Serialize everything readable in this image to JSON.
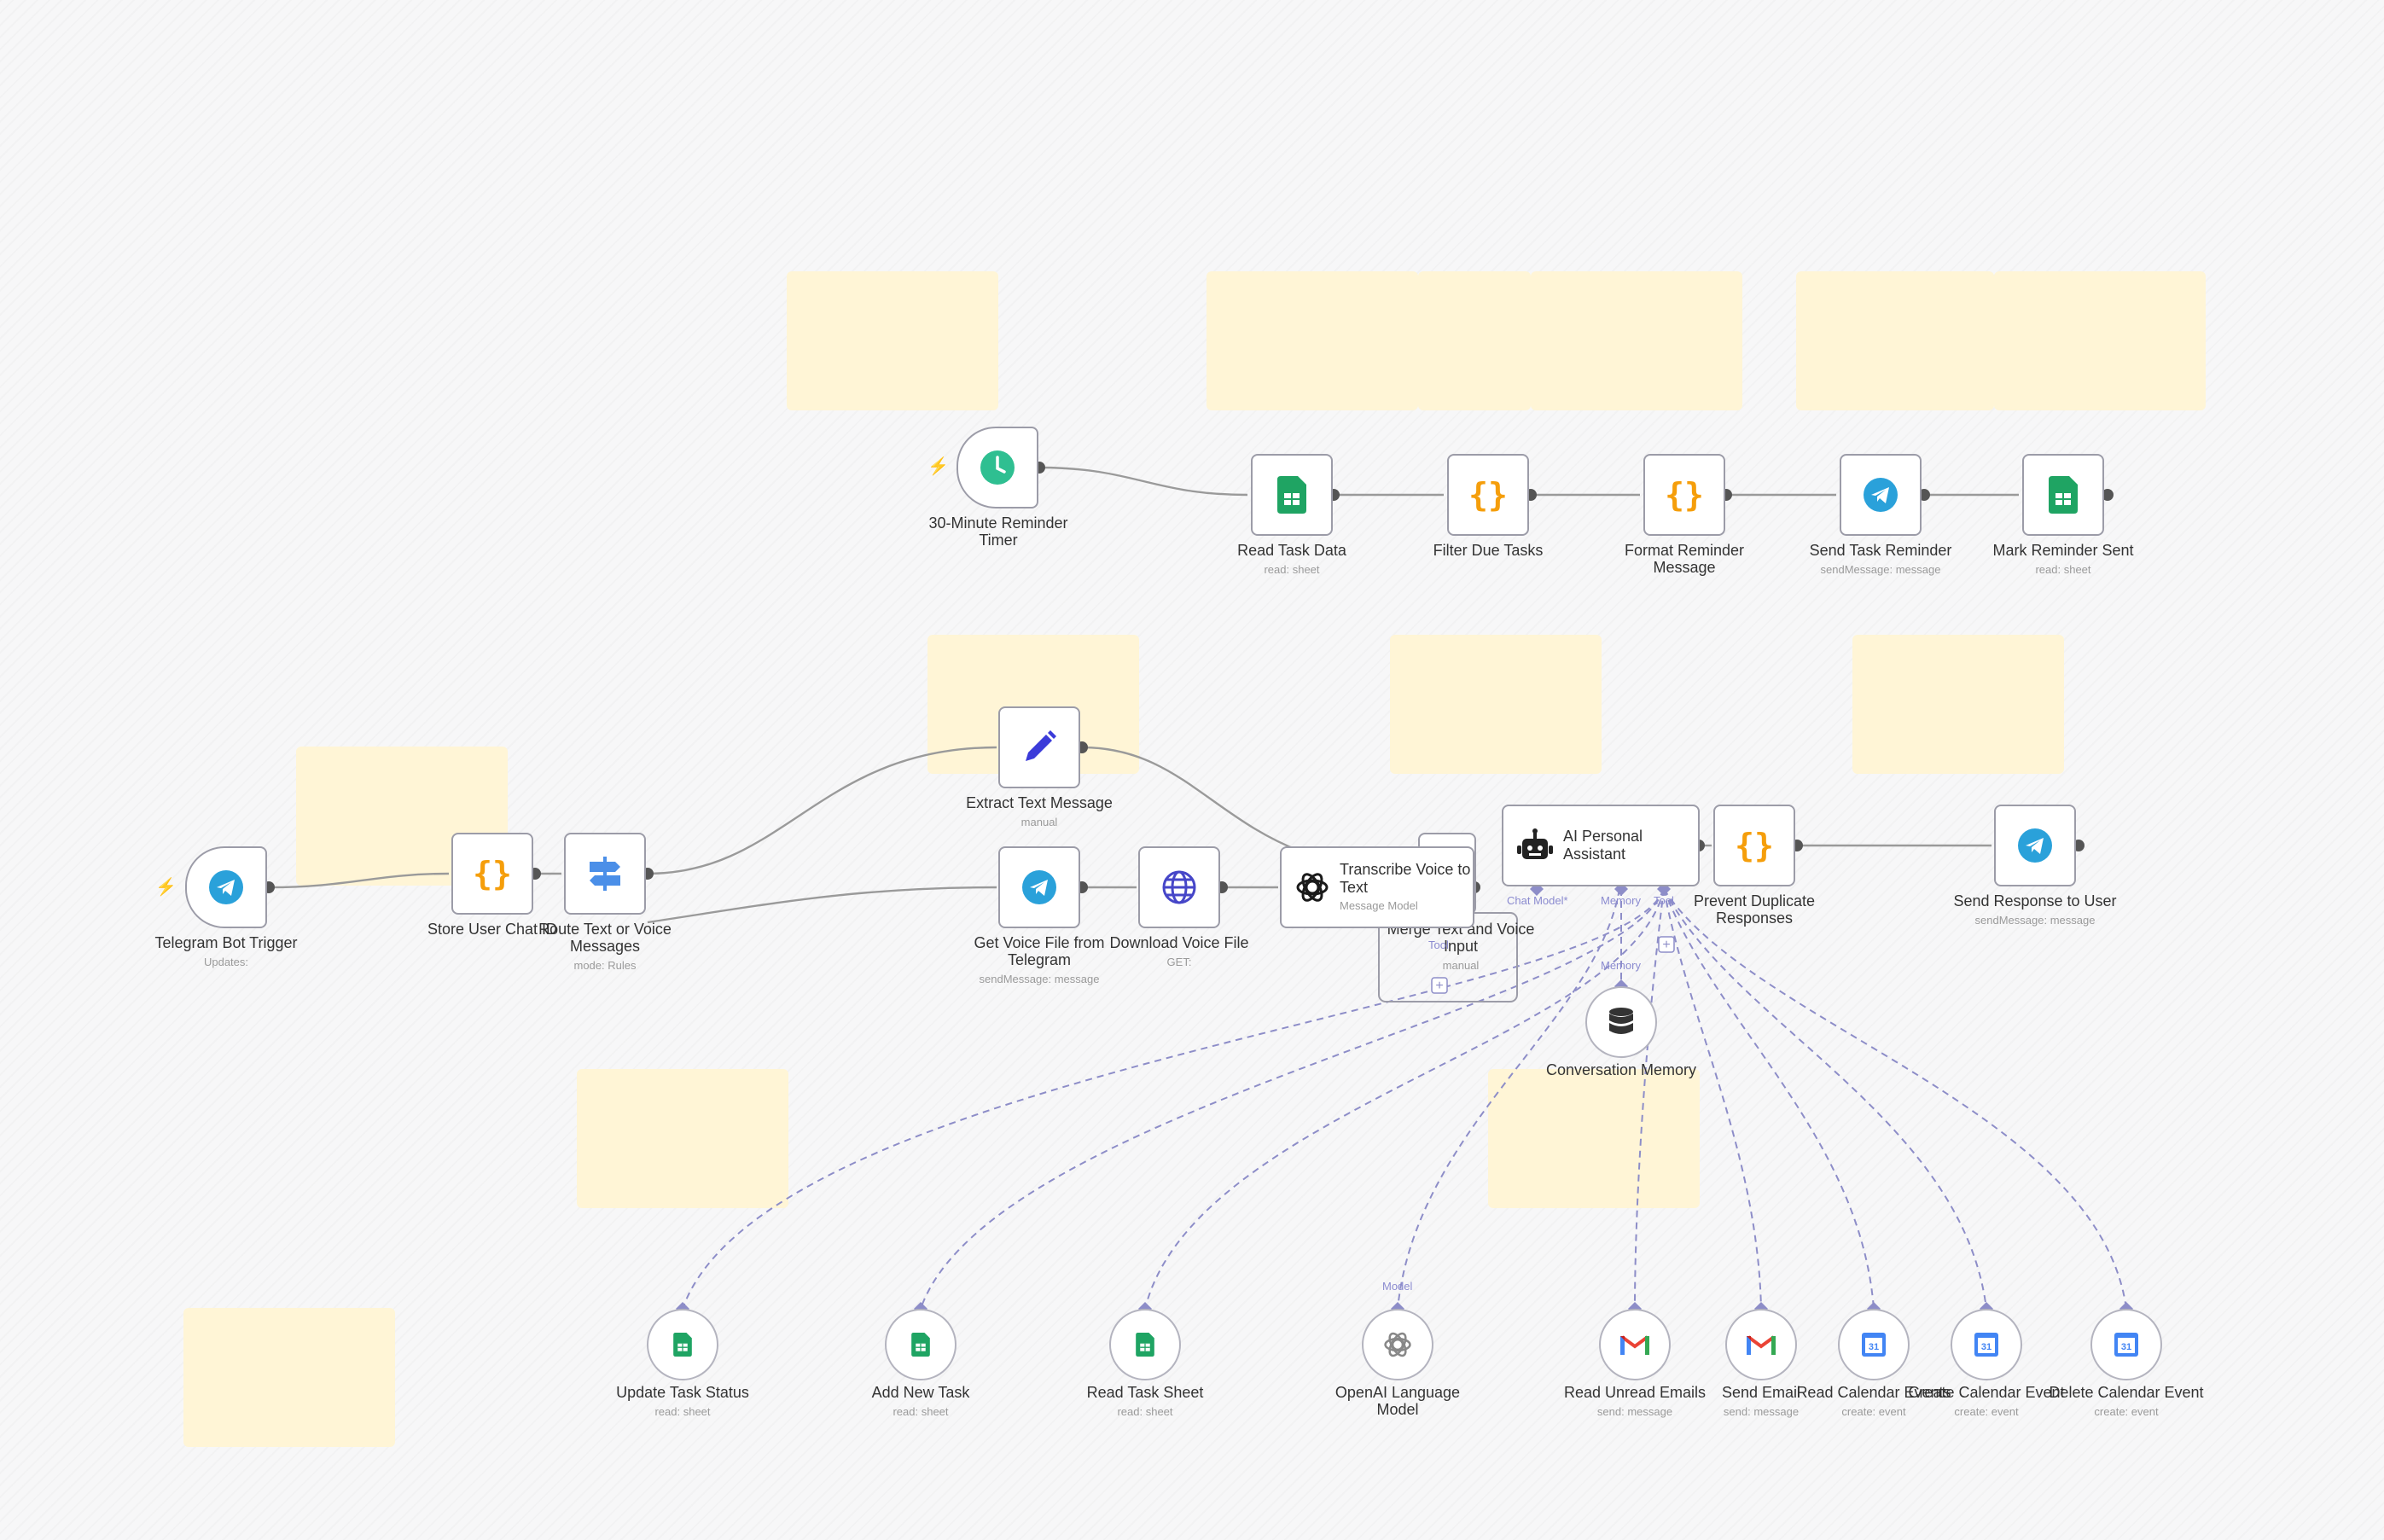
{
  "nodes": {
    "reminder_timer": {
      "label": "30-Minute Reminder Timer",
      "icon": "clock-icon"
    },
    "read_task_data": {
      "label": "Read Task Data",
      "sub": "read: sheet",
      "icon": "google-sheets-icon"
    },
    "filter_due_tasks": {
      "label": "Filter Due Tasks",
      "icon": "code-braces-icon"
    },
    "format_reminder": {
      "label": "Format Reminder Message",
      "icon": "code-braces-icon"
    },
    "send_task_reminder": {
      "label": "Send Task Reminder",
      "sub": "sendMessage: message",
      "icon": "telegram-icon"
    },
    "mark_reminder_sent": {
      "label": "Mark Reminder Sent",
      "sub": "read: sheet",
      "icon": "google-sheets-icon"
    },
    "telegram_trigger": {
      "label": "Telegram Bot Trigger",
      "sub": "Updates:",
      "icon": "telegram-icon"
    },
    "store_chat_id": {
      "label": "Store User Chat ID",
      "icon": "code-braces-icon"
    },
    "route_messages": {
      "label": "Route Text or Voice Messages",
      "sub": "mode: Rules",
      "icon": "switch-icon"
    },
    "extract_text": {
      "label": "Extract Text Message",
      "sub": "manual",
      "icon": "pencil-icon"
    },
    "get_voice_file": {
      "label": "Get Voice File from Telegram",
      "sub": "sendMessage: message",
      "icon": "telegram-icon"
    },
    "download_voice": {
      "label": "Download Voice File",
      "sub": "GET:",
      "icon": "globe-icon"
    },
    "transcribe": {
      "title": "Transcribe Voice to Text",
      "sub": "Message Model",
      "icon": "openai-icon"
    },
    "merge_input": {
      "label": "Merge Text and Voice Input",
      "sub": "manual"
    },
    "ai_assistant": {
      "title": "AI Personal Assistant",
      "icon": "robot-icon",
      "port_chat_model": "Chat Model*",
      "port_memory": "Memory",
      "port_tool": "Tool"
    },
    "prevent_duplicates": {
      "label": "Prevent Duplicate Responses",
      "icon": "code-braces-icon"
    },
    "send_response": {
      "label": "Send Response to User",
      "sub": "sendMessage: message",
      "icon": "telegram-icon"
    },
    "conversation_memory": {
      "label": "Conversation Memory",
      "icon": "database-icon",
      "port": "Memory"
    },
    "update_task_status": {
      "label": "Update Task Status",
      "sub": "read: sheet",
      "icon": "google-sheets-icon"
    },
    "add_new_task": {
      "label": "Add New Task",
      "sub": "read: sheet",
      "icon": "google-sheets-icon"
    },
    "read_task_sheet": {
      "label": "Read Task Sheet",
      "sub": "read: sheet",
      "icon": "google-sheets-icon"
    },
    "openai_model": {
      "label": "OpenAI Language Model",
      "icon": "openai-icon",
      "port": "Model"
    },
    "read_unread_emails": {
      "label": "Read Unread Emails",
      "sub": "send: message",
      "icon": "gmail-icon"
    },
    "send_email": {
      "label": "Send Email",
      "sub": "send: message",
      "icon": "gmail-icon"
    },
    "read_calendar": {
      "label": "Read Calendar Events",
      "sub": "create: event",
      "icon": "google-calendar-icon"
    },
    "create_calendar": {
      "label": "Create Calendar Event",
      "sub": "create: event",
      "icon": "google-calendar-icon"
    },
    "delete_calendar": {
      "label": "Delete Calendar Event",
      "sub": "create: event",
      "icon": "google-calendar-icon"
    }
  },
  "merge_port_tool": "Tool",
  "colors": {
    "sheets": "#1fa463",
    "code": "#f59e0b",
    "telegram": "#2aa1da",
    "clock": "#2fbf91",
    "pencil": "#3b3bd9",
    "ai_link": "#8d8dc8",
    "connection": "#9a9a9a",
    "sticky": "#fff5d6",
    "trigger_bolt": "#ff5b5b"
  }
}
